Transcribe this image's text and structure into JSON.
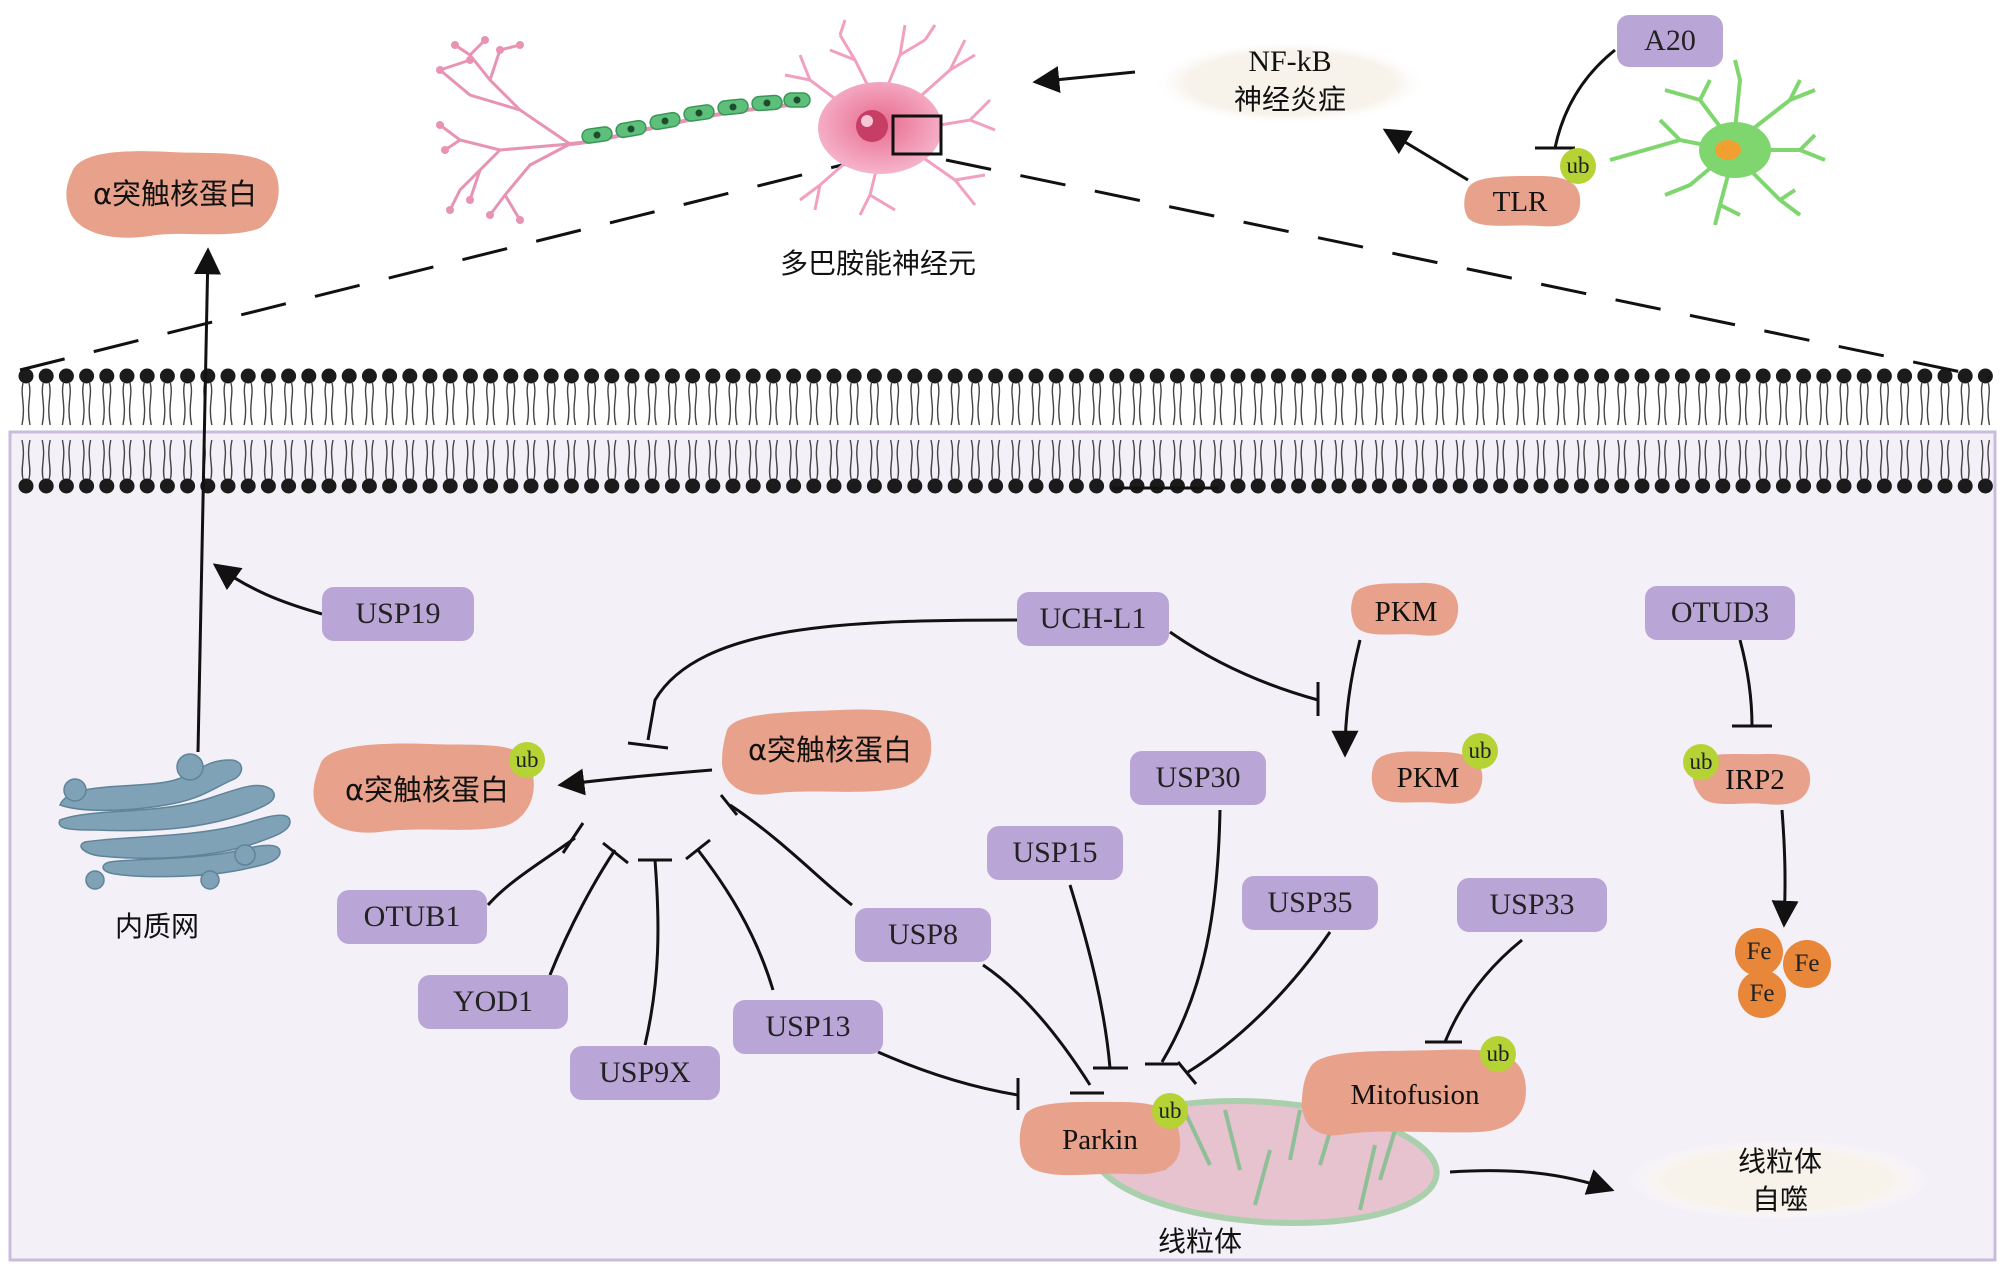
{
  "labels": {
    "neuron": "多巴胺能神经元",
    "nfkb": "NF-kB",
    "neuroinflammation": "神经炎症",
    "er": "内质网",
    "mitochondria": "线粒体",
    "mitophagy_1": "线粒体",
    "mitophagy_2": "自噬",
    "alpha_syn_top": "α突触核蛋白",
    "alpha_syn_ub": "α突触核蛋白",
    "alpha_syn_mid": "α突触核蛋白",
    "tlr": "TLR",
    "pkm": "PKM",
    "pkm_ub": "PKM",
    "irp2": "IRP2",
    "parkin": "Parkin",
    "mitofusion": "Mitofusion",
    "ub": "ub",
    "fe": "Fe"
  },
  "enzymes": {
    "a20": "A20",
    "usp19": "USP19",
    "uchl1": "UCH-L1",
    "otud3": "OTUD3",
    "otub1": "OTUB1",
    "yod1": "YOD1",
    "usp9x": "USP9X",
    "usp13": "USP13",
    "usp8": "USP8",
    "usp15": "USP15",
    "usp30": "USP30",
    "usp35": "USP35",
    "usp33": "USP33"
  },
  "colors": {
    "enzyme": "#b9a6d6",
    "substrate": "#e8a18a",
    "ubiquitin": "#b5d334",
    "iron": "#e8863a",
    "cell_bg": "#f4f0f8",
    "cell_border": "#cbbcdc",
    "neuron_body": "#f2a0c0",
    "axon": "#5dbf7a",
    "microglia": "#7fd66f",
    "mito": "#e7c2cf"
  }
}
